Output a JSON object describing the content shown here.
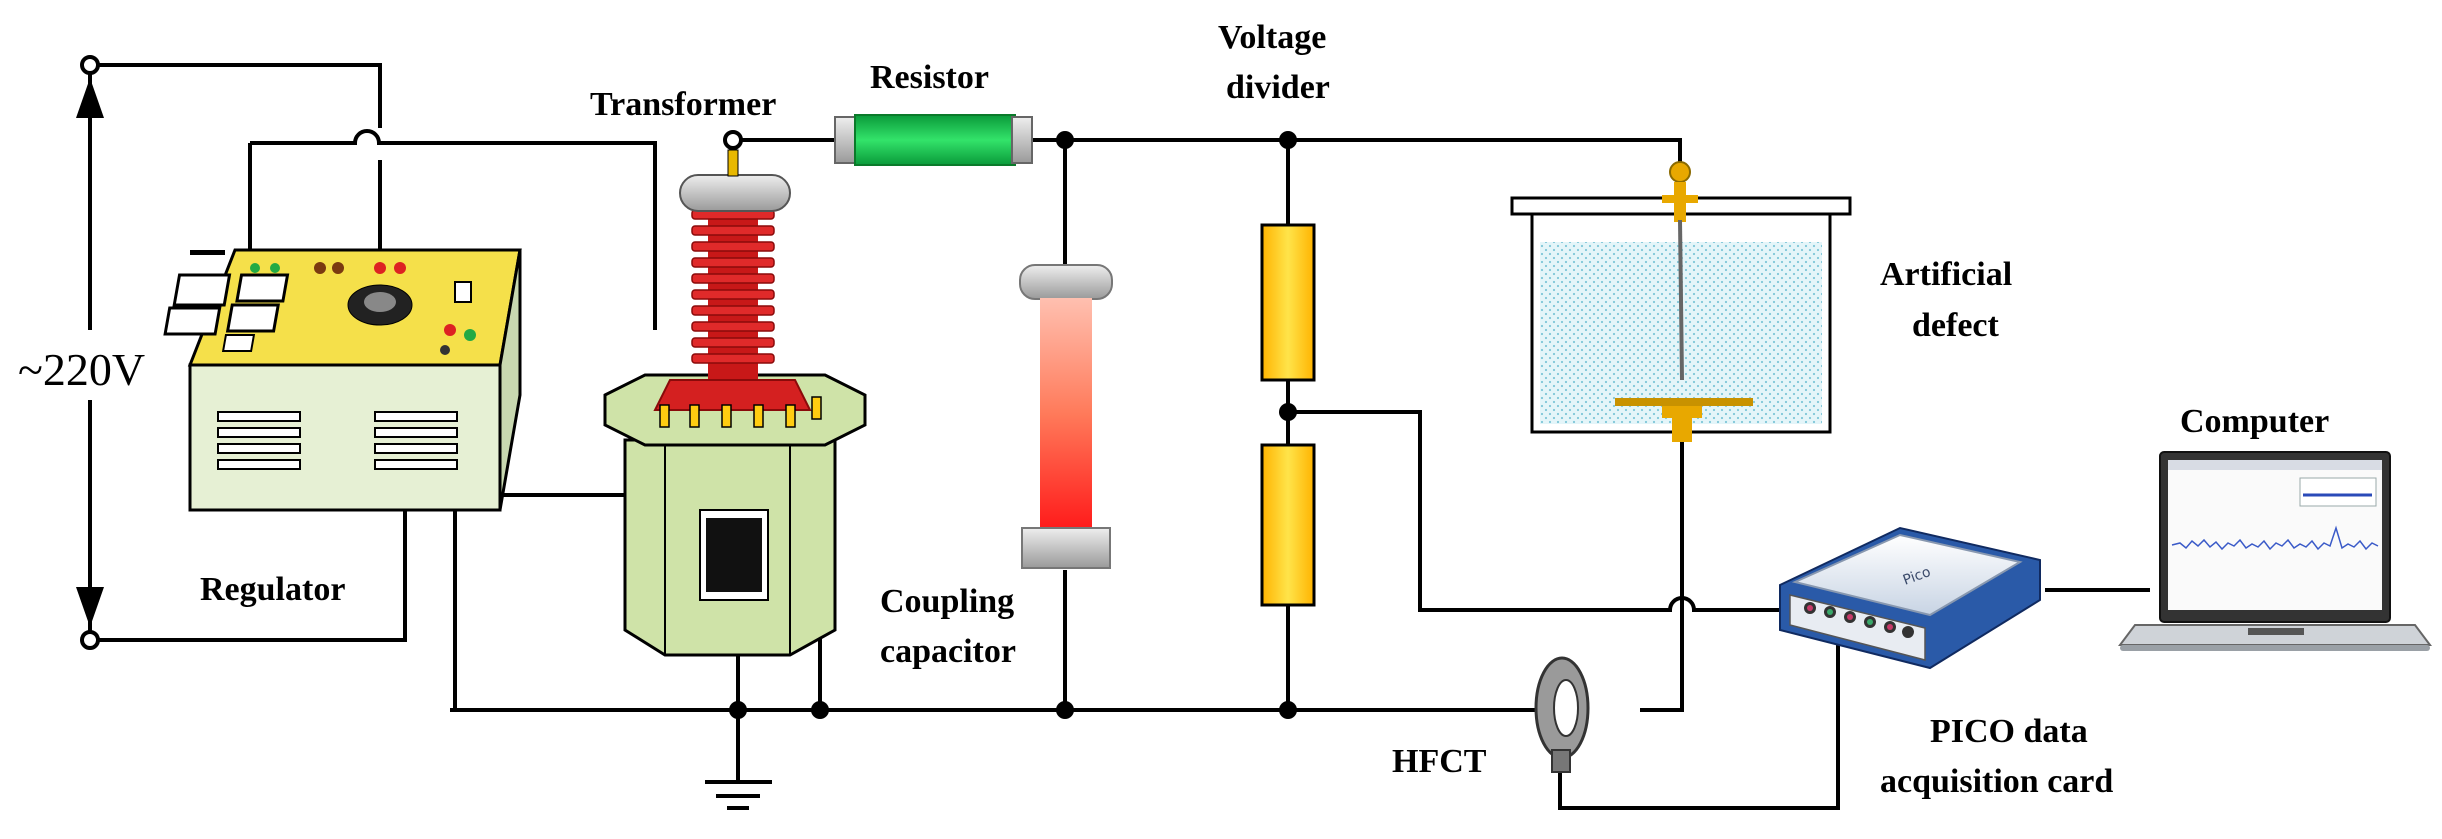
{
  "labels": {
    "source_voltage": "~220V",
    "regulator": "Regulator",
    "transformer": "Transformer",
    "resistor": "Resistor",
    "voltage_divider_l1": "Voltage",
    "voltage_divider_l2": "divider",
    "coupling_l1": "Coupling",
    "coupling_l2": "capacitor",
    "artificial_l1": "Artificial",
    "artificial_l2": "defect",
    "computer": "Computer",
    "hfct": "HFCT",
    "pico_l1": "PICO data",
    "pico_l2": "acquisition card"
  },
  "colors": {
    "regulator_panel": "#f5e04a",
    "regulator_body": "#e4efd2",
    "transformer_bushing": "#d42020",
    "transformer_tank": "#cfe3a8",
    "resistor": "#22cc55",
    "capacitor_glow": "#ff6a4a",
    "divider": "#ffcc11",
    "oil": "#dff3f8",
    "pico_body": "#2a5aa8"
  }
}
